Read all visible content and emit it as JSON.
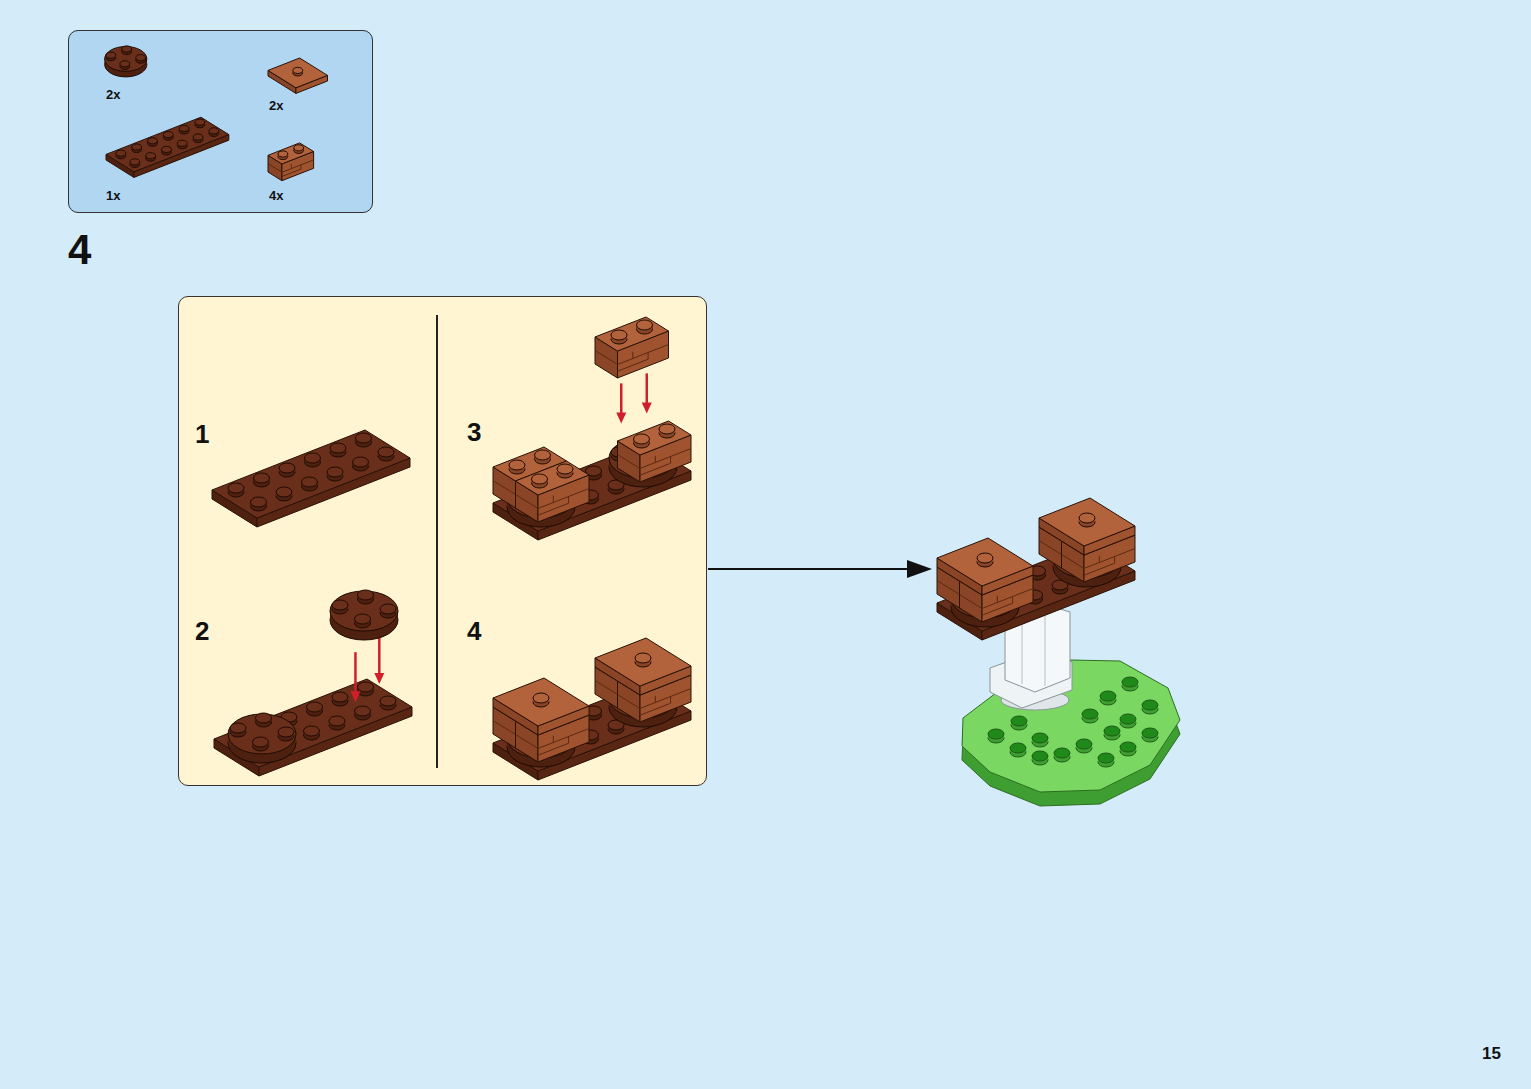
{
  "diagram": {
    "nodes": [
      {
        "text": [
          "2x",
          "2x",
          "1x",
          "4x"
        ]
      },
      {
        "text": [
          "1",
          "2",
          "3",
          "4"
        ]
      }
    ],
    "labels": [
      "4",
      "15"
    ]
  }
}
